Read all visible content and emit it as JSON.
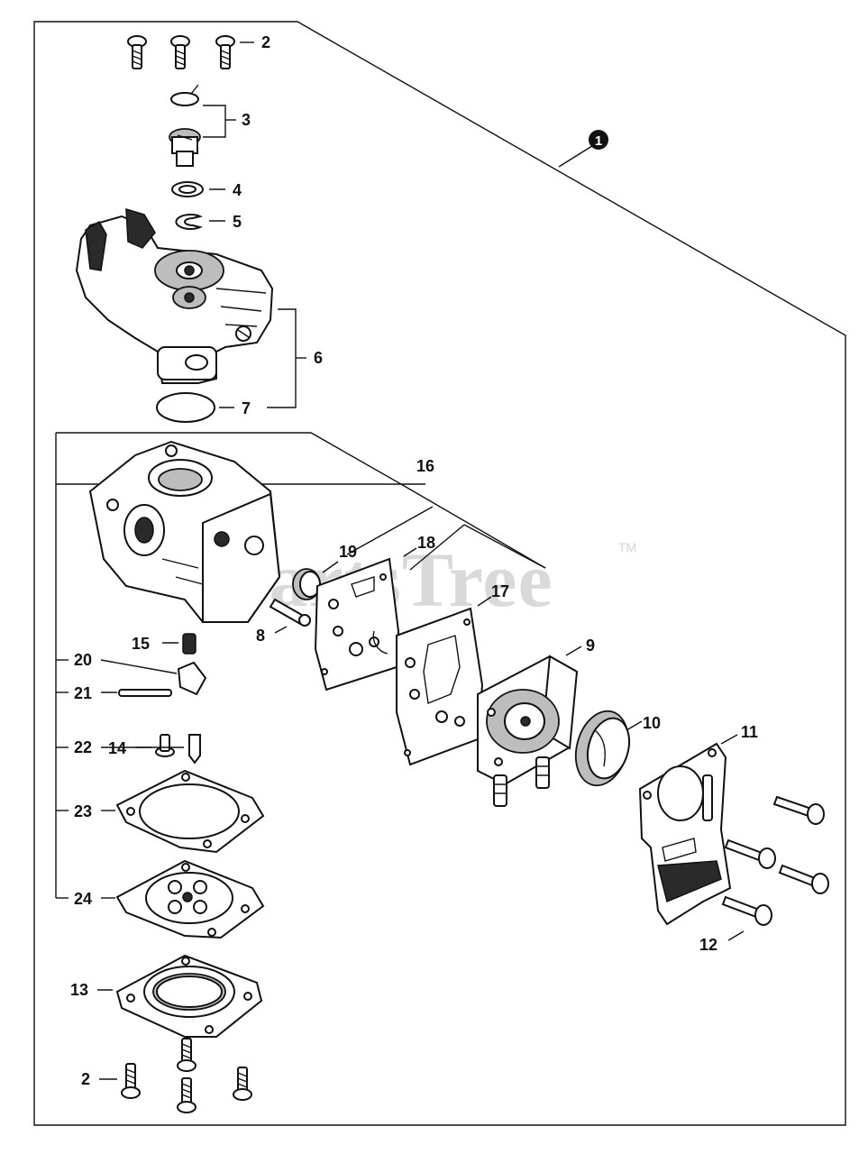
{
  "diagram": {
    "assembly_marker": "1",
    "callouts": {
      "c2a": "2",
      "c2b": "2",
      "c3": "3",
      "c4": "4",
      "c5": "5",
      "c6": "6",
      "c7": "7",
      "c8": "8",
      "c9": "9",
      "c10": "10",
      "c11": "11",
      "c12": "12",
      "c13": "13",
      "c14": "14",
      "c15": "15",
      "c16": "16",
      "c17": "17",
      "c18": "18",
      "c19": "19",
      "c20": "20",
      "c21": "21",
      "c22": "22",
      "c23": "23",
      "c24": "24"
    }
  },
  "watermark": {
    "text": "PartsTree",
    "tm": "TM"
  }
}
